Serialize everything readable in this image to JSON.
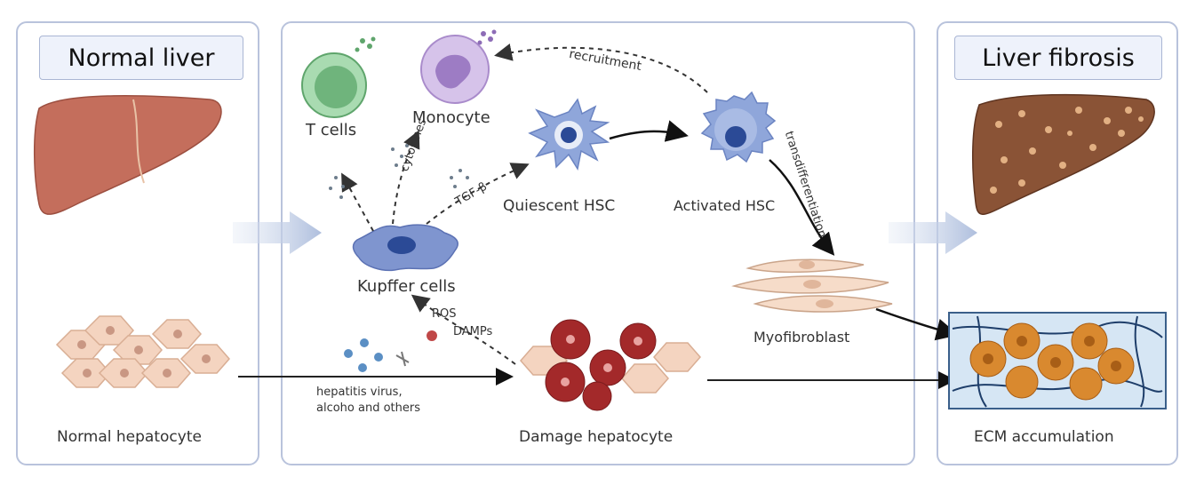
{
  "panels": {
    "normal": {
      "title": "Normal liver",
      "hepatocyte_label": "Normal hepatocyte"
    },
    "middle": {
      "t_cells": "T cells",
      "monocyte": "Monocyte",
      "recruitment": "recruitment",
      "cytokines": "cytokines",
      "tgf": "TGF-β",
      "quiescent_hsc": "Quiescent HSC",
      "activated_hsc": "Activated HSC",
      "transdifferentiation": "transdifferentiation",
      "kupffer": "Kupffer cells",
      "ros": "ROS",
      "damps": "DAMPs",
      "myofibroblast": "Myofibroblast",
      "hepatitis_line1": "hepatitis virus,",
      "hepatitis_line2": "alcoho and others",
      "damage_hepatocyte": "Damage hepatocyte"
    },
    "fibrosis": {
      "title": "Liver fibrosis",
      "ecm_label": "ECM accumulation"
    }
  },
  "colors": {
    "panel_border": "#b9c3dc",
    "title_bg": "#eef2fb",
    "liver": "#c46e5c",
    "fibrotic_liver": "#8a5336",
    "hepatocyte": "#f4d4c0",
    "kupffer": "#7f95cf",
    "t_cell": "#7cc28a",
    "monocyte": "#b898d6",
    "damaged": "#a3292a",
    "ecm_bg": "#d6e6f4"
  }
}
